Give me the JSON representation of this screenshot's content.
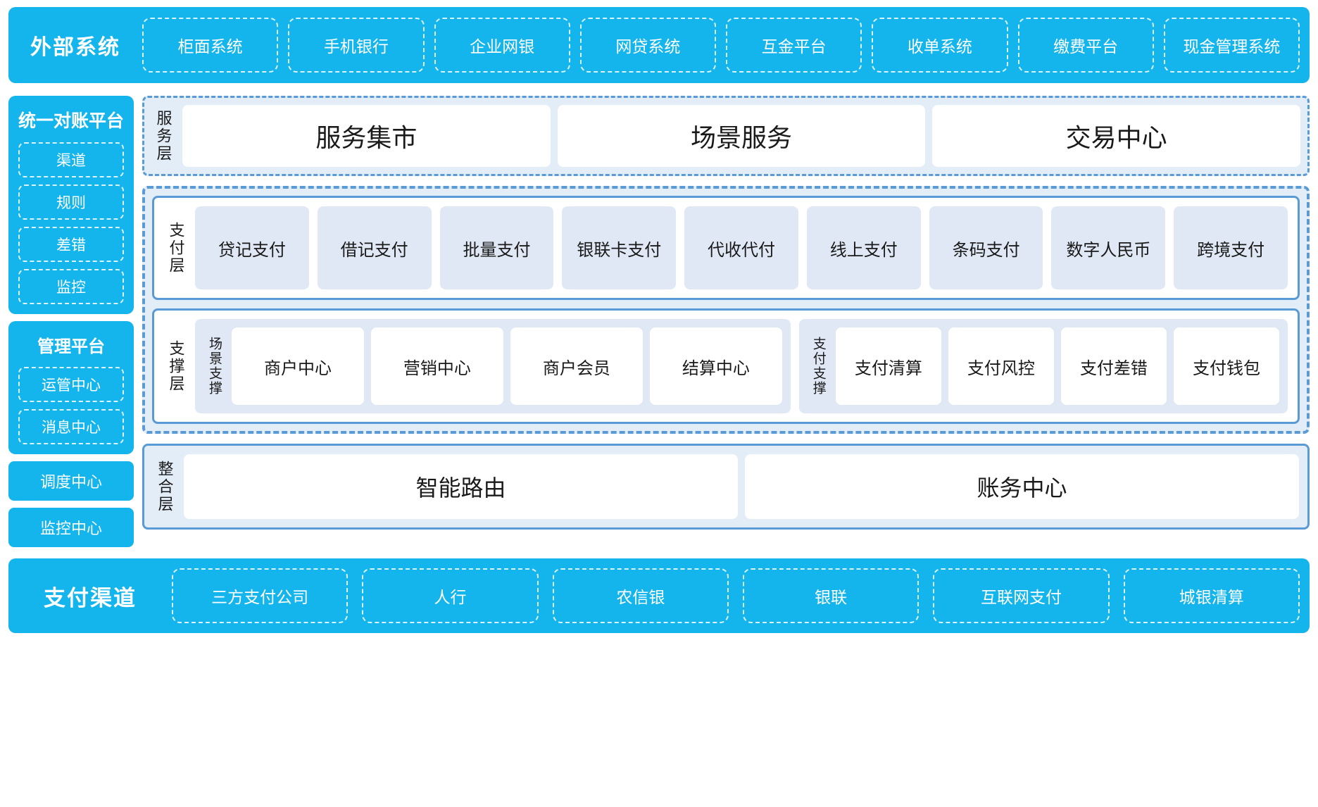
{
  "external_systems": {
    "title": "外部系统",
    "items": [
      "柜面系统",
      "手机银行",
      "企业网银",
      "网贷系统",
      "互金平台",
      "收单系统",
      "缴费平台",
      "现金管理系统"
    ]
  },
  "left_panel": {
    "reconciliation": {
      "title": "统一对账平台",
      "items": [
        "渠道",
        "规则",
        "差错",
        "监控"
      ]
    },
    "management": {
      "title": "管理平台",
      "items": [
        "运管中心",
        "消息中心"
      ]
    },
    "standalone": [
      "调度中心",
      "监控中心"
    ]
  },
  "service_layer": {
    "label": "服务层",
    "items": [
      "服务集市",
      "场景服务",
      "交易中心"
    ]
  },
  "payment_layer": {
    "label": "支付层",
    "items": [
      "贷记支付",
      "借记支付",
      "批量支付",
      "银联卡支付",
      "代收代付",
      "线上支付",
      "条码支付",
      "数字人民币",
      "跨境支付"
    ]
  },
  "support_layer": {
    "label": "支撑层",
    "groups": [
      {
        "label": "场景支撑",
        "items": [
          "商户中心",
          "营销中心",
          "商户会员",
          "结算中心"
        ]
      },
      {
        "label": "支付支撑",
        "items": [
          "支付清算",
          "支付风控",
          "支付差错",
          "支付钱包"
        ]
      }
    ]
  },
  "integration_layer": {
    "label": "整合层",
    "items": [
      "智能路由",
      "账务中心"
    ]
  },
  "payment_channels": {
    "title": "支付渠道",
    "items": [
      "三方支付公司",
      "人行",
      "农信银",
      "银联",
      "互联网支付",
      "城银清算"
    ]
  },
  "colors": {
    "brand_cyan": "#13b5ec",
    "panel_blue": "#5b9bd5",
    "panel_bg": "#e3edf8",
    "cell_bg": "#dfe8f4"
  }
}
